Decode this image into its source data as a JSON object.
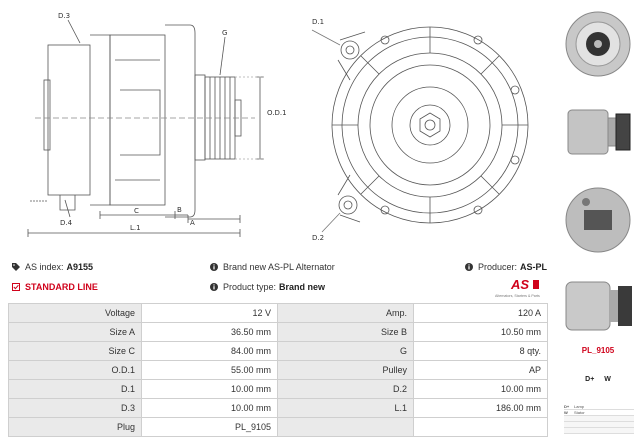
{
  "drawing_labels": {
    "d3": "D.3",
    "g": "G",
    "od1": "O.D.1",
    "d4": "D.4",
    "c": "C",
    "b": "B",
    "a": "A",
    "l1": "L.1",
    "d1": "D.1",
    "d2": "D.2"
  },
  "info": {
    "as_index_label": "AS index:",
    "as_index_value": "A9155",
    "description": "Brand new AS-PL Alternator",
    "producer_label": "Producer:",
    "producer_value": "AS-PL",
    "standard_line": "STANDARD LINE",
    "product_type_label": "Product type:",
    "product_type_value": "Brand new"
  },
  "logo": {
    "text": "AS",
    "tagline": "Alternators, Starters & Parts",
    "brand_color": "#d0021b"
  },
  "specs": [
    {
      "label1": "Voltage",
      "value1": "12 V",
      "label2": "Amp.",
      "value2": "120 A"
    },
    {
      "label1": "Size A",
      "value1": "36.50 mm",
      "label2": "Size B",
      "value2": "10.50 mm"
    },
    {
      "label1": "Size C",
      "value1": "84.00 mm",
      "label2": "G",
      "value2": "8 qty."
    },
    {
      "label1": "O.D.1",
      "value1": "55.00 mm",
      "label2": "Pulley",
      "value2": "AP"
    },
    {
      "label1": "D.1",
      "value1": "10.00 mm",
      "label2": "D.2",
      "value2": "10.00 mm"
    },
    {
      "label1": "D.3",
      "value1": "10.00 mm",
      "label2": "L.1",
      "value2": "186.00 mm"
    },
    {
      "label1": "Plug",
      "value1": "PL_9105",
      "label2": "",
      "value2": ""
    }
  ],
  "plug": {
    "name": "PL_9105",
    "pins": "D+ W",
    "legend": [
      {
        "pin": "D+",
        "desc": "Lamp"
      },
      {
        "pin": "W",
        "desc": "Stator"
      }
    ]
  },
  "icons": {
    "tag": "tag-icon",
    "info": "info-icon",
    "check": "check-square-icon"
  }
}
